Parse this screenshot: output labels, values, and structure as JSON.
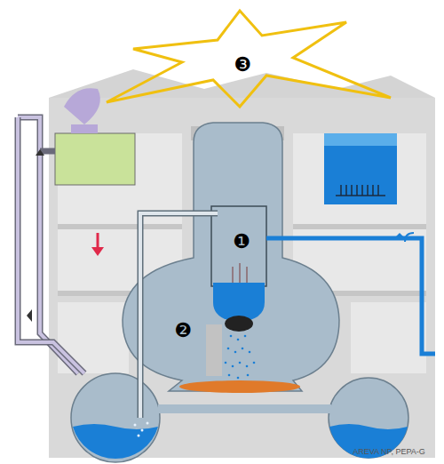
{
  "diagram": {
    "labels": [
      "❸",
      "❶",
      "❷",
      "AREVA NP, PEPA-G"
    ]
  }
}
